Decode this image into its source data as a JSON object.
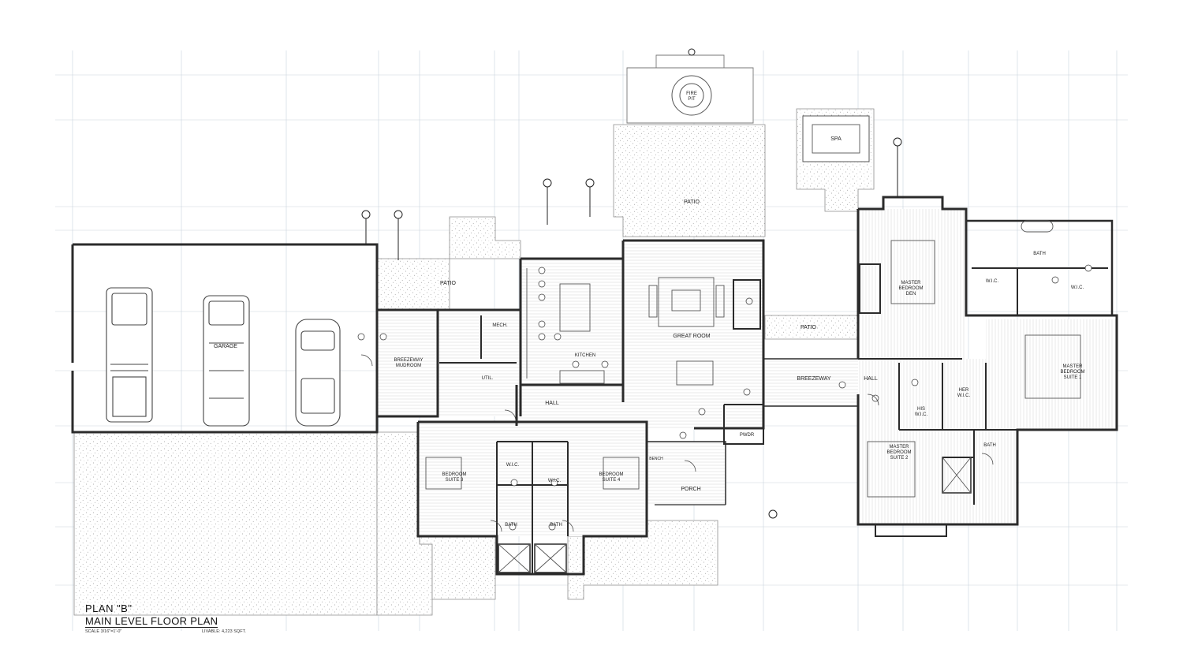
{
  "plan": {
    "title": "PLAN \"B\"",
    "subtitle": "MAIN LEVEL FLOOR PLAN",
    "scale": "SCALE 3/16\"=1'-0\"",
    "livable": "LIVABLE: 4,223 SQFT."
  },
  "rooms": {
    "garage": "GARAGE",
    "patio_west": "PATIO",
    "breezeway_mudroom_1": "BREEZEWAY",
    "breezeway_mudroom_2": "MUDROOM",
    "mech": "MECH.",
    "util": "UTIL.",
    "kitchen": "KITCHEN",
    "hall_center": "HALL",
    "great_room": "GREAT ROOM",
    "patio_north": "PATIO",
    "fire_pit_1": "FIRE",
    "fire_pit_2": "PIT",
    "spa": "SPA",
    "patio_east": "PATIO",
    "breezeway_east": "BREEZEWAY",
    "hall_east": "HALL",
    "den_1": "MASTER",
    "den_2": "BEDROOM",
    "den_3": "DEN",
    "suite1_1": "MASTER",
    "suite1_2": "BEDROOM",
    "suite1_3": "SUITE 1",
    "bath_master": "BATH",
    "wic_left": "W.I.C.",
    "wic_right": "W.I.C.",
    "her_wic_1": "HER",
    "her_wic_2": "W.I.C.",
    "his_wic_1": "HIS",
    "his_wic_2": "W.I.C.",
    "suite2_1": "MASTER",
    "suite2_2": "BEDROOM",
    "suite2_3": "SUITE 2",
    "bath_suite2": "BATH",
    "bedroom3_1": "BEDROOM",
    "bedroom3_2": "SUITE 3",
    "bedroom4_1": "BEDROOM",
    "bedroom4_2": "SUITE 4",
    "wic_b3": "W.I.C.",
    "wic_b4": "W.I.C.",
    "bath_b3": "BATH",
    "bath_b4": "BATH",
    "pwdr": "PWDR",
    "porch": "PORCH",
    "bench": "BENCH"
  },
  "colors": {
    "wall": "#2b2b2b",
    "grid": "#c9d4de",
    "stipple": "#9a9a9a",
    "floor_hatch": "#d6d6d6"
  }
}
